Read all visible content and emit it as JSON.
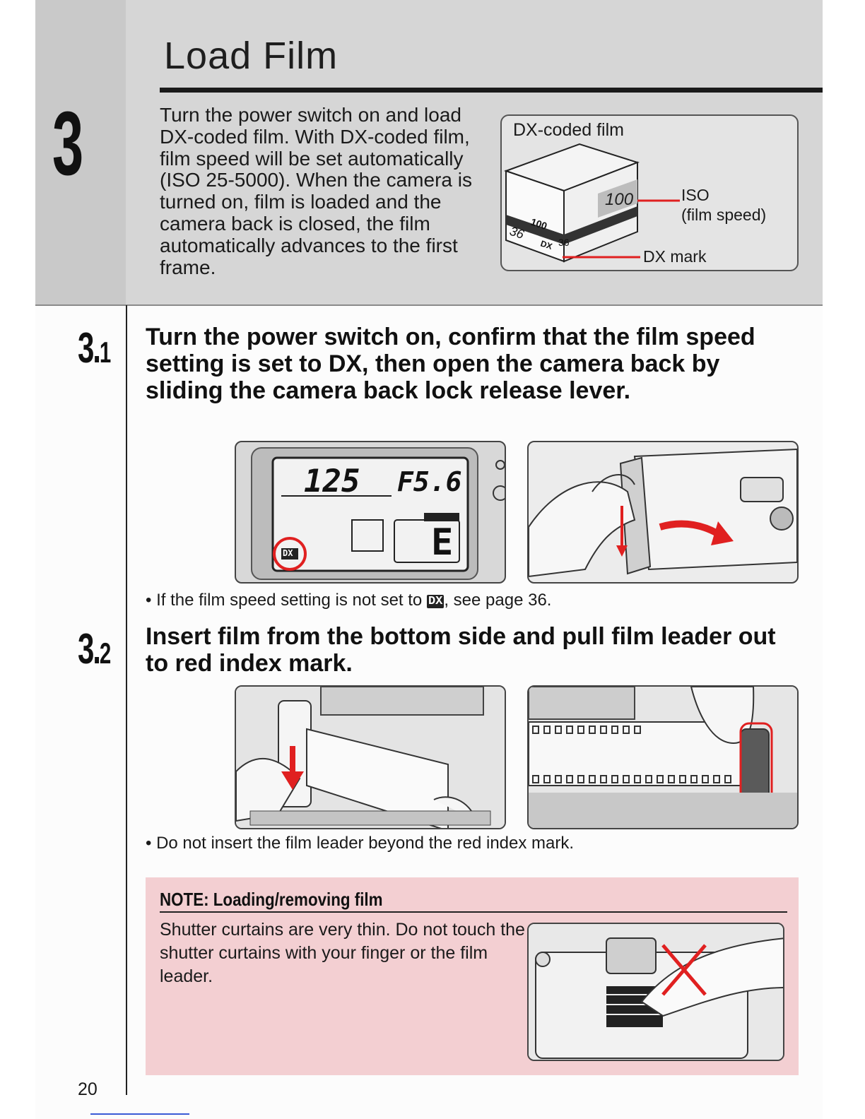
{
  "chapter": {
    "number": "3"
  },
  "title": "Load Film",
  "intro": "Turn the power switch on and load DX-coded film. With DX-coded film, film speed will be set automatically (ISO 25-5000). When the camera is turned on, film is loaded and the camera back is closed, the film automatically advances to the first frame.",
  "dx_diagram": {
    "heading": "DX-coded film",
    "iso_label_line1": "ISO",
    "iso_label_line2": "(film speed)",
    "dx_mark_label": "DX mark",
    "box_print_top": "100",
    "box_print_side": "100",
    "box_print_36": "36",
    "box_print_dx": "DX",
    "box_print_36b": "36"
  },
  "step_3_1": {
    "number_major": "3.",
    "number_minor": "1",
    "text": "Turn the power switch on, confirm that the film speed setting is set to DX, then open the camera back by sliding the camera back lock release lever.",
    "lcd": {
      "shutter": "125",
      "aperture": "F5.6",
      "mode": "E",
      "dx": "DX"
    },
    "bullet_prefix": "• If the film speed setting is not set to ",
    "bullet_glyph": "DX",
    "bullet_suffix": ", see page 36."
  },
  "step_3_2": {
    "number_major": "3.",
    "number_minor": "2",
    "text": "Insert film from the bottom side and pull film leader out to red index mark.",
    "bullet": "• Do not insert the film leader beyond the red index mark."
  },
  "note": {
    "title": "NOTE: Loading/removing film",
    "text": "Shutter curtains are very thin. Do not touch the shutter curtains with your finger or the film leader."
  },
  "page_number": "20",
  "colors": {
    "header_gray": "#d6d6d6",
    "accent_red": "#e02020",
    "note_pink": "#f3cfd2"
  }
}
